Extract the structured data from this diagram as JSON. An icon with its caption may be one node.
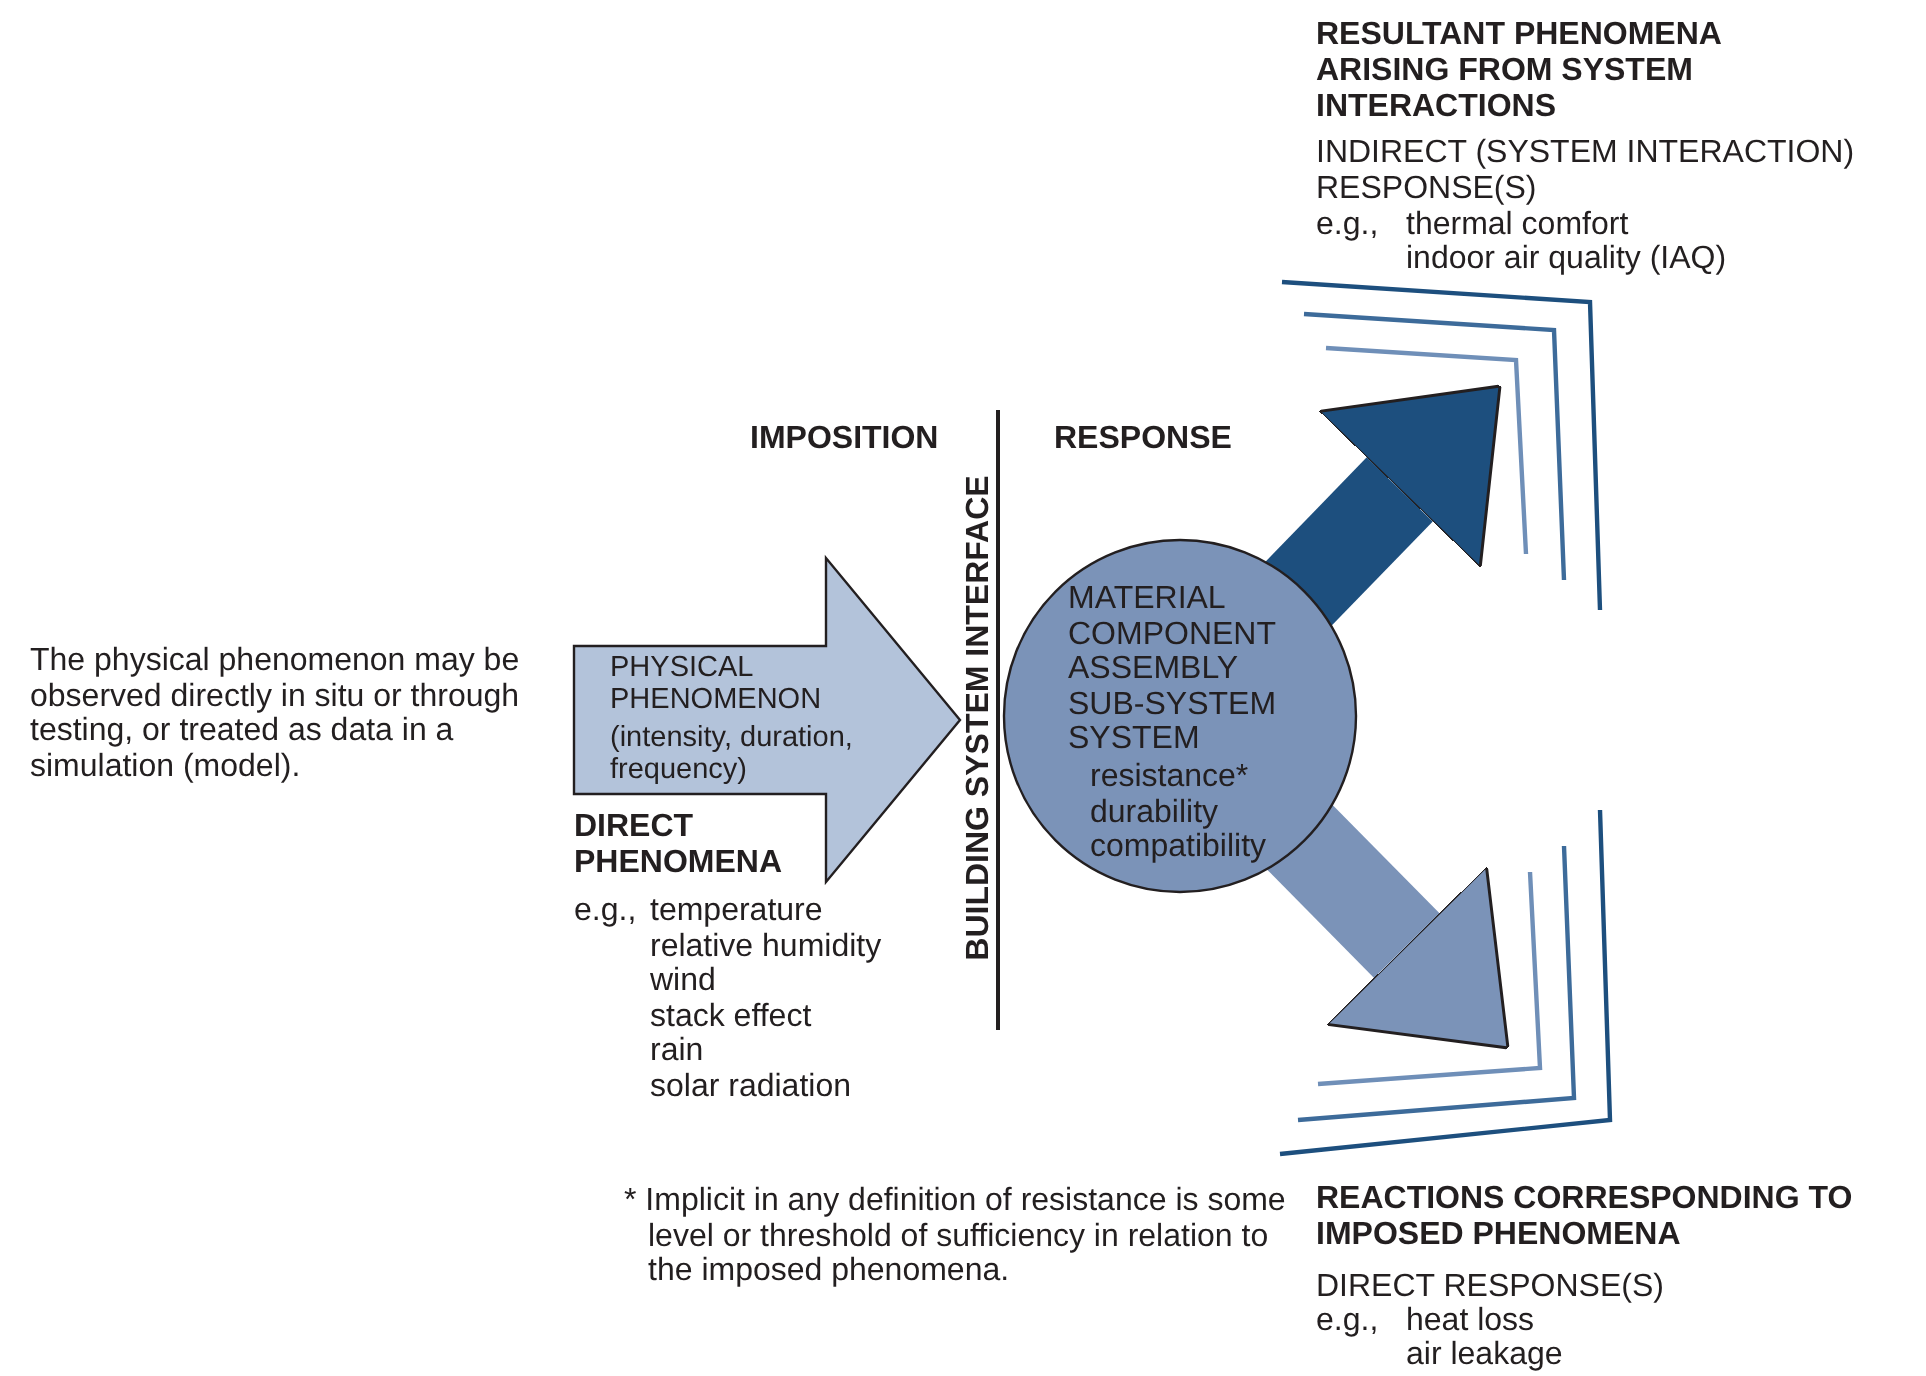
{
  "diagram": {
    "nodes": [
      {
        "text": [
          "PHYSICAL PHENOMENON",
          "(intensity, duration, frequency)"
        ],
        "beside": [
          "The physical phenomenon may be observed directly in situ or through testing, or treated as data in a simulation (model).",
          "DIRECT PHENOMENA",
          "e.g.,",
          "temperature",
          "relative humidity",
          "wind",
          "stack effect",
          "rain",
          "solar radiation"
        ]
      },
      {
        "text": [
          "MATERIAL COMPONENT ASSEMBLY SUB-SYSTEM SYSTEM",
          "resistance* durability compatibility"
        ]
      },
      {
        "text": [
          "RESULTANT PHENOMENA ARISING FROM SYSTEM INTERACTIONS",
          "INDIRECT (SYSTEM INTERACTION) RESPONSE(S)",
          "e.g.,",
          "thermal comfort",
          "indoor air quality (IAQ)"
        ]
      },
      {
        "text": [
          "REACTIONS CORRESPONDING TO IMPOSED PHENOMENA",
          "DIRECT RESPONSE(S)",
          "e.g.,",
          "heat loss",
          "air leakage"
        ]
      }
    ],
    "edges": [
      {
        "from": 1,
        "to": 2,
        "arrow": "to",
        "color": "#1d4f7e"
      },
      {
        "from": 1,
        "to": 3,
        "arrow": "to",
        "color": "#7b93b8"
      }
    ],
    "labels": [
      "IMPOSITION",
      "RESPONSE",
      "BUILDING SYSTEM INTERFACE",
      "* Implicit in any definition of resistance is some level or threshold of sufficiency in relation to the imposed phenomena."
    ]
  }
}
